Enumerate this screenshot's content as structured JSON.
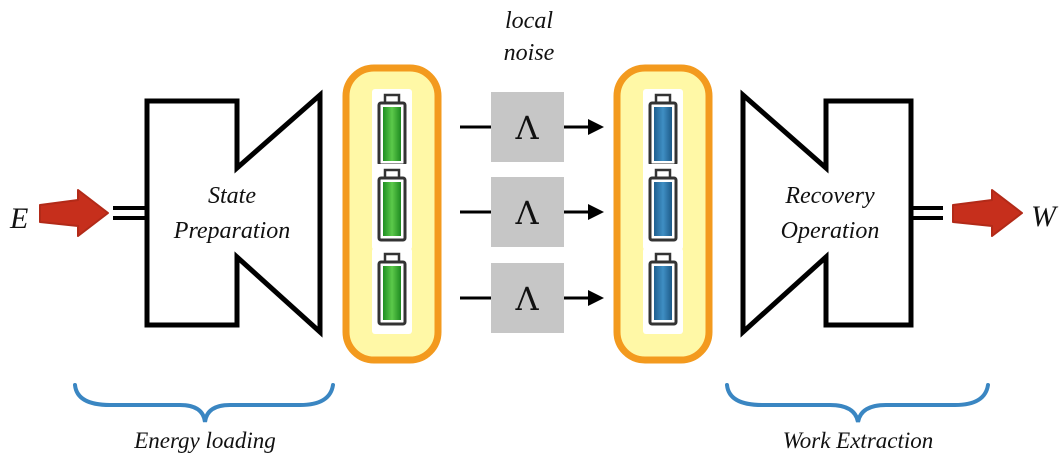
{
  "input_label": "E",
  "output_label": "W",
  "state_preparation": {
    "line1": "State",
    "line2": "Preparation"
  },
  "recovery_operation": {
    "line1": "Recovery",
    "line2": "Operation"
  },
  "noise_label": {
    "line1": "local",
    "line2": "noise"
  },
  "channel_symbol": "Λ",
  "channels": [
    {
      "symbol": "Λ"
    },
    {
      "symbol": "Λ"
    },
    {
      "symbol": "Λ"
    }
  ],
  "battery_count_per_register": 3,
  "phases": {
    "left": "Energy loading",
    "right": "Work Extraction"
  },
  "colors": {
    "arrow_red": "#c62f1c",
    "register_border": "#f39a1e",
    "register_fill": "#fff8a6",
    "battery_charged": "#3aaf3a",
    "battery_noisy": "#2f78ad",
    "channel_box": "#c6c6c6",
    "brace": "#3a86c2"
  }
}
